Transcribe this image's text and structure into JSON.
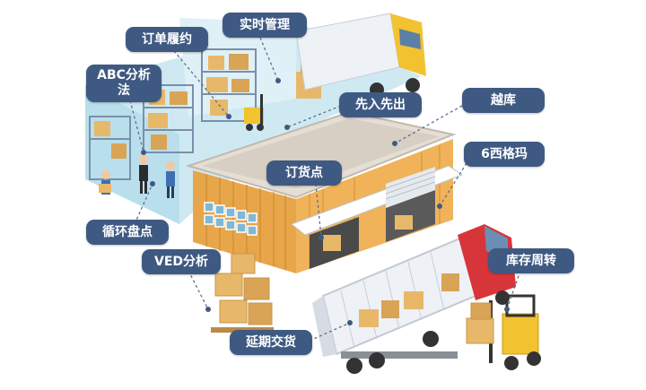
{
  "labels": {
    "order_fulfillment": "订单履约",
    "realtime_management": "实时管理",
    "abc_analysis": "ABC分析法",
    "fifo": "先入先出",
    "cross_docking": "越库",
    "six_sigma": "6西格玛",
    "reorder_point": "订货点",
    "cycle_count": "循环盘点",
    "ved_analysis": "VED分析",
    "inventory_turnover": "库存周转",
    "backorder": "延期交货"
  },
  "colors": {
    "label_bg": "#3f5a82",
    "label_text": "#ffffff",
    "connector": "#5a6f8f",
    "warehouse_wood": "#e8a64a",
    "roof": "#d9d2c8",
    "interior_floor": "#cfe9f2",
    "truck_cab_yellow": "#f2c230",
    "truck_cab_red": "#d8353a",
    "trailer": "#eef1f5",
    "box": "#e8b86a"
  }
}
